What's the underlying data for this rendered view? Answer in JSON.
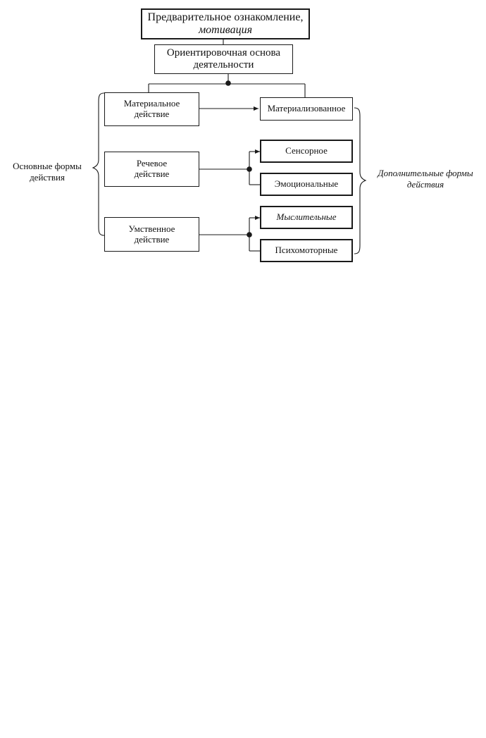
{
  "diagram": {
    "top_box": {
      "line1": "Предварительное ознакомление,",
      "line2": "мотивация"
    },
    "basis_box": {
      "line1": "Ориентировочная основа",
      "line2": "деятельности"
    },
    "main_forms": {
      "material": {
        "line1": "Материальное",
        "line2": "действие"
      },
      "speech": {
        "line1": "Речевое",
        "line2": "действие"
      },
      "mental": {
        "line1": "Умственное",
        "line2": "действие"
      }
    },
    "additional_forms": {
      "materialized": "Материализованное",
      "sensory": "Сенсорное",
      "emotional": "Эмоциональные",
      "thinking": "Мыслительные",
      "psychomotor": "Психомоторные"
    },
    "left_label": {
      "line1": "Основные формы",
      "line2": "действия"
    },
    "right_label": {
      "line1": "Дополнительные формы",
      "line2": "действия"
    }
  }
}
